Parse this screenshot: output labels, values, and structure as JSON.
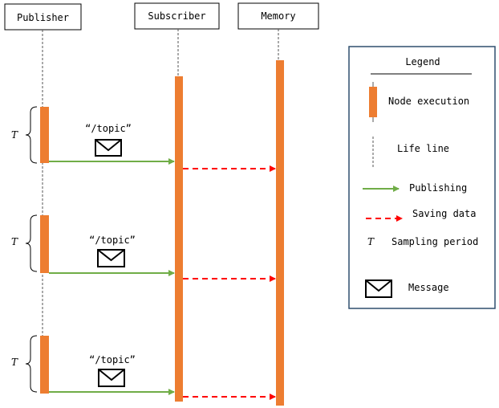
{
  "participants": {
    "publisher": "Publisher",
    "subscriber": "Subscriber",
    "memory": "Memory"
  },
  "messages": [
    {
      "topic": "“/topic”"
    },
    {
      "topic": "“/topic”"
    },
    {
      "topic": "“/topic”"
    }
  ],
  "period_symbol": "T",
  "legend": {
    "title": "Legend",
    "items": [
      {
        "icon": "node-execution-icon",
        "label": "Node execution"
      },
      {
        "icon": "lifeline-icon",
        "label": "Life line"
      },
      {
        "icon": "publishing-arrow-icon",
        "label": "Publishing"
      },
      {
        "icon": "saving-data-arrow-icon",
        "label": "Saving data"
      },
      {
        "icon": "sampling-period-icon",
        "label": "Sampling period",
        "symbol": "T"
      },
      {
        "icon": "message-envelope-icon",
        "label": "Message"
      }
    ]
  },
  "colors": {
    "execution": "#ED7D31",
    "publishing": "#70AD47",
    "saving": "#FF0000",
    "legend_border": "#2F4E6E",
    "text": "#000000"
  }
}
